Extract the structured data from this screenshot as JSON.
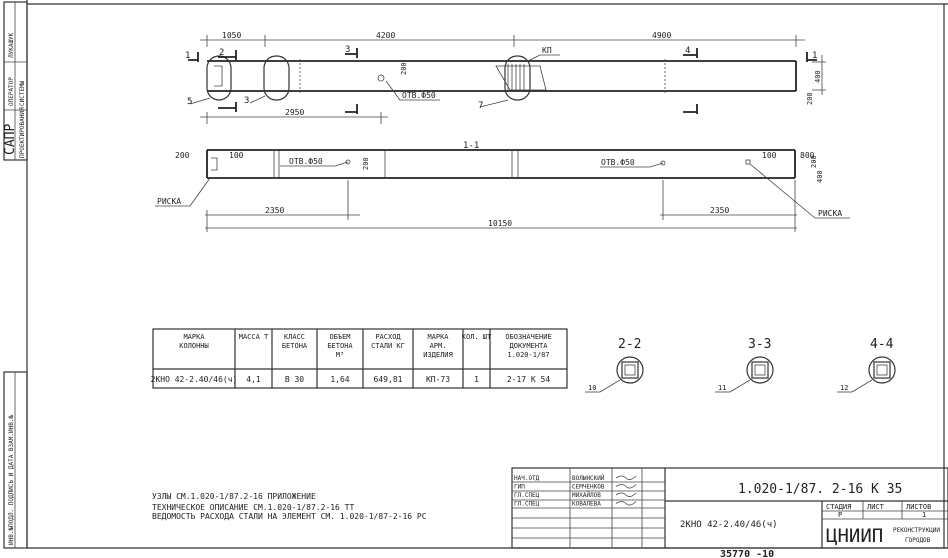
{
  "stamps": {
    "sapr": "САПР",
    "sapr_sub": "ПРОЕКТИРОВАНИЯ",
    "operator": "ОПЕРАТОР",
    "system": "СИСТЕМЫ",
    "name": "ЛУКАШУК",
    "inv": "ИНВ.№ПОДЛ. ПОДПИСЬ И ДАТА ВЗАМ.ИНВ.№"
  },
  "plan": {
    "dims": [
      "1050",
      "4200",
      "4900",
      "2950",
      "200",
      "400",
      "200"
    ],
    "hole": "ОТВ.Ф50",
    "kp": "КП",
    "cuts": [
      "1",
      "2",
      "3",
      "4",
      "1"
    ],
    "callouts": [
      "5",
      "3",
      "7"
    ]
  },
  "section": {
    "title": "1-1",
    "dims_left": [
      "200",
      "100"
    ],
    "dims_right": [
      "100",
      "800"
    ],
    "hole": "ОТВ.Ф50",
    "riska": "РИСКА",
    "d2350": "2350",
    "total": "10150",
    "d200": "200",
    "d400": "400"
  },
  "table": {
    "headers": [
      "МАРКА КОЛОННЫ",
      "МАССА Т",
      "КЛАСС БЕТОНА",
      "ОБЪЕМ БЕТОНА М³",
      "РАСХОД СТАЛИ КГ",
      "МАРКА АРМ. ИЗДЕЛИЯ",
      "КОЛ. ШТ",
      "ОБОЗНАЧЕНИЕ ДОКУМЕНТА 1.020-1/87"
    ],
    "row": [
      "2КНО 42-2.40/46(ч)",
      "4,1",
      "В 30",
      "1,64",
      "649,81",
      "КП-73",
      "1",
      "2-17 К 54"
    ]
  },
  "sections": [
    {
      "label": "2-2",
      "num": "10"
    },
    {
      "label": "3-3",
      "num": "11"
    },
    {
      "label": "4-4",
      "num": "12"
    }
  ],
  "notes": [
    "УЗЛЫ СМ.1.020-1/87.2-16 ПРИЛОЖЕНИЕ",
    "ТЕХНИЧЕСКОЕ ОПИСАНИЕ СМ.1.020-1/87.2-16 ТТ",
    "ВЕДОМОСТЬ РАСХОДА СТАЛИ НА ЭЛЕМЕНТ СМ. 1.020-1/87-2-16 РС"
  ],
  "titleblock": {
    "signers": [
      [
        "НАЧ.ОТД",
        "ВОЛЫНСКИЙ"
      ],
      [
        "ГИП",
        "СЕМЧЕНКОВ"
      ],
      [
        "ГЛ.СПЕЦ",
        "МИХАЙЛОВ"
      ],
      [
        "ГЛ.СПЕЦ",
        "КОВАЛЕВА"
      ]
    ],
    "code": "1.020-1/87. 2-16 К 35",
    "element": "2КНО 42-2.40/46(ч)",
    "stage_h": "СТАДИЯ",
    "sheet_h": "ЛИСТ",
    "sheets_h": "ЛИСТОВ",
    "stage": "Р",
    "sheets": "1",
    "org": "ЦНИИП",
    "org_sub1": "РЕКОНСТРУКЦИИ",
    "org_sub2": "ГОРОДОВ"
  },
  "footer": "35770 -10"
}
